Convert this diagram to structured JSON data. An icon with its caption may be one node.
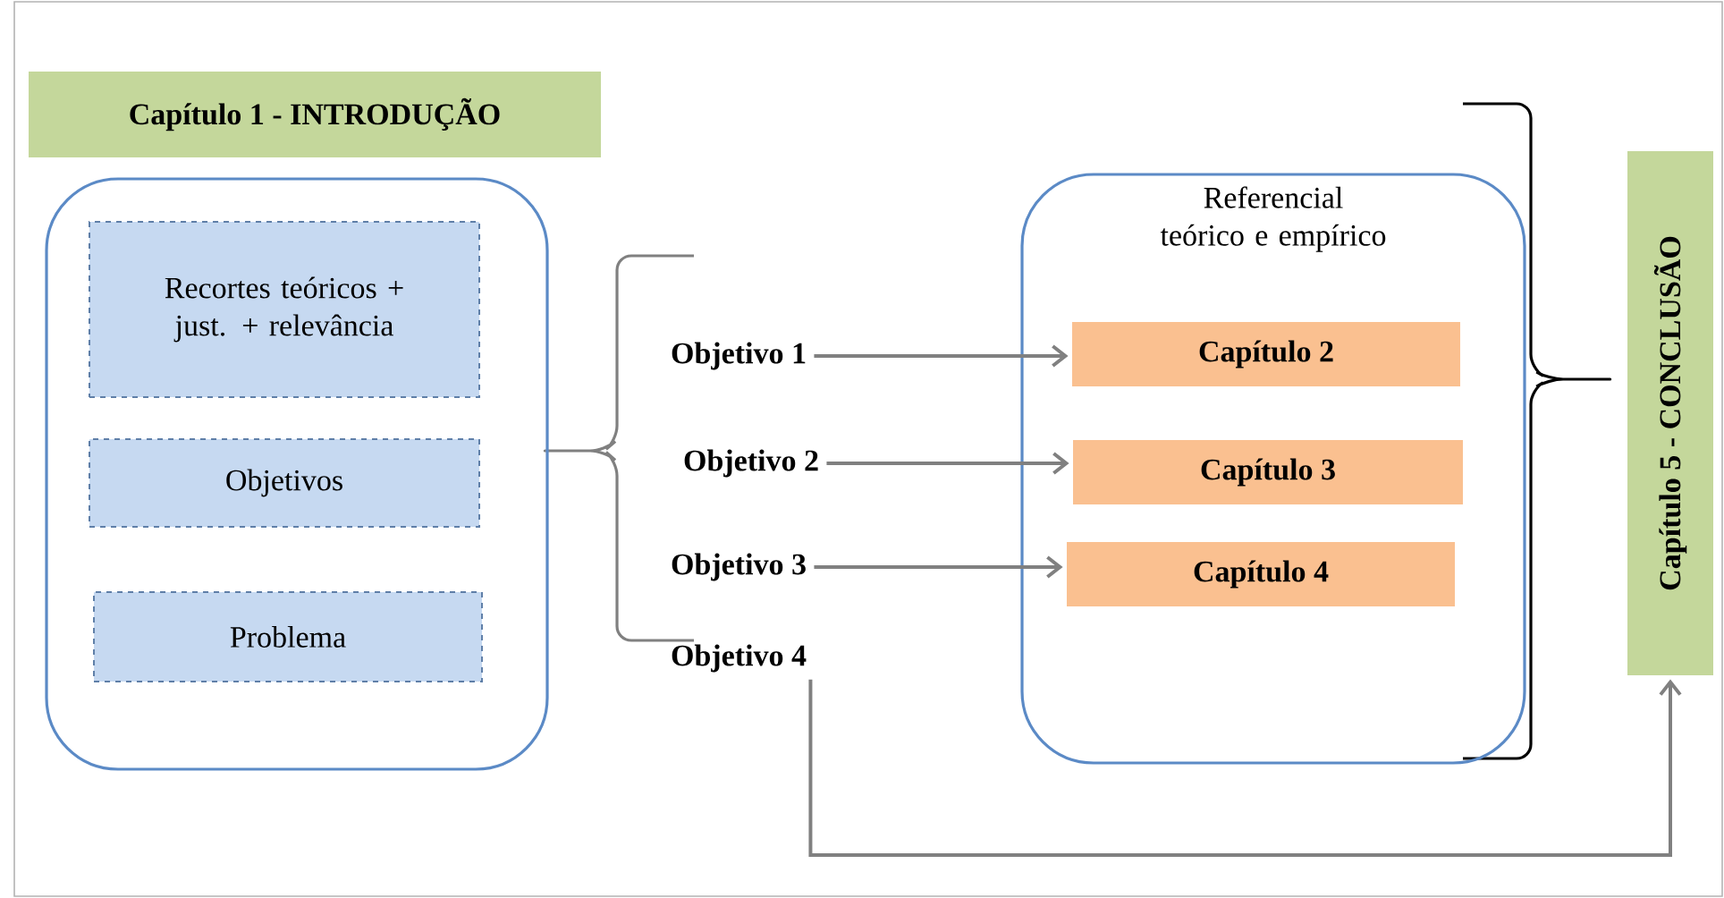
{
  "diagram": {
    "nodes": [
      {
        "text": [
          "Capítulo 1 - INTRODUÇÃO"
        ]
      },
      {
        "text": [],
        "shape": "box"
      },
      {
        "text": [
          "Recortes teóricos + just. + relevância"
        ],
        "in": 1
      },
      {
        "text": [
          "Objetivos"
        ],
        "in": 1
      },
      {
        "text": [
          "Problema"
        ],
        "in": 1
      },
      {
        "text": [
          "Objetivo 1"
        ]
      },
      {
        "text": [
          "Objetivo 2"
        ]
      },
      {
        "text": [
          "Objetivo 3"
        ]
      },
      {
        "text": [
          "Objetivo 4"
        ]
      },
      {
        "text": [
          "Referencial teórico e empírico"
        ]
      },
      {
        "text": [
          "Capítulo 2"
        ],
        "in": 9
      },
      {
        "text": [
          "Capítulo 3"
        ],
        "in": 9
      },
      {
        "text": [
          "Capítulo 4"
        ],
        "in": 9
      },
      {
        "text": [
          "Capítulo 5 - CONCLUSÃO"
        ]
      }
    ],
    "edges": [
      {
        "from": 5,
        "to": 10,
        "arrow": "to"
      },
      {
        "from": 6,
        "to": 11,
        "arrow": "to"
      },
      {
        "from": 7,
        "to": 12,
        "arrow": "to"
      },
      {
        "from": 8,
        "to": 13,
        "arrow": "to"
      }
    ]
  }
}
